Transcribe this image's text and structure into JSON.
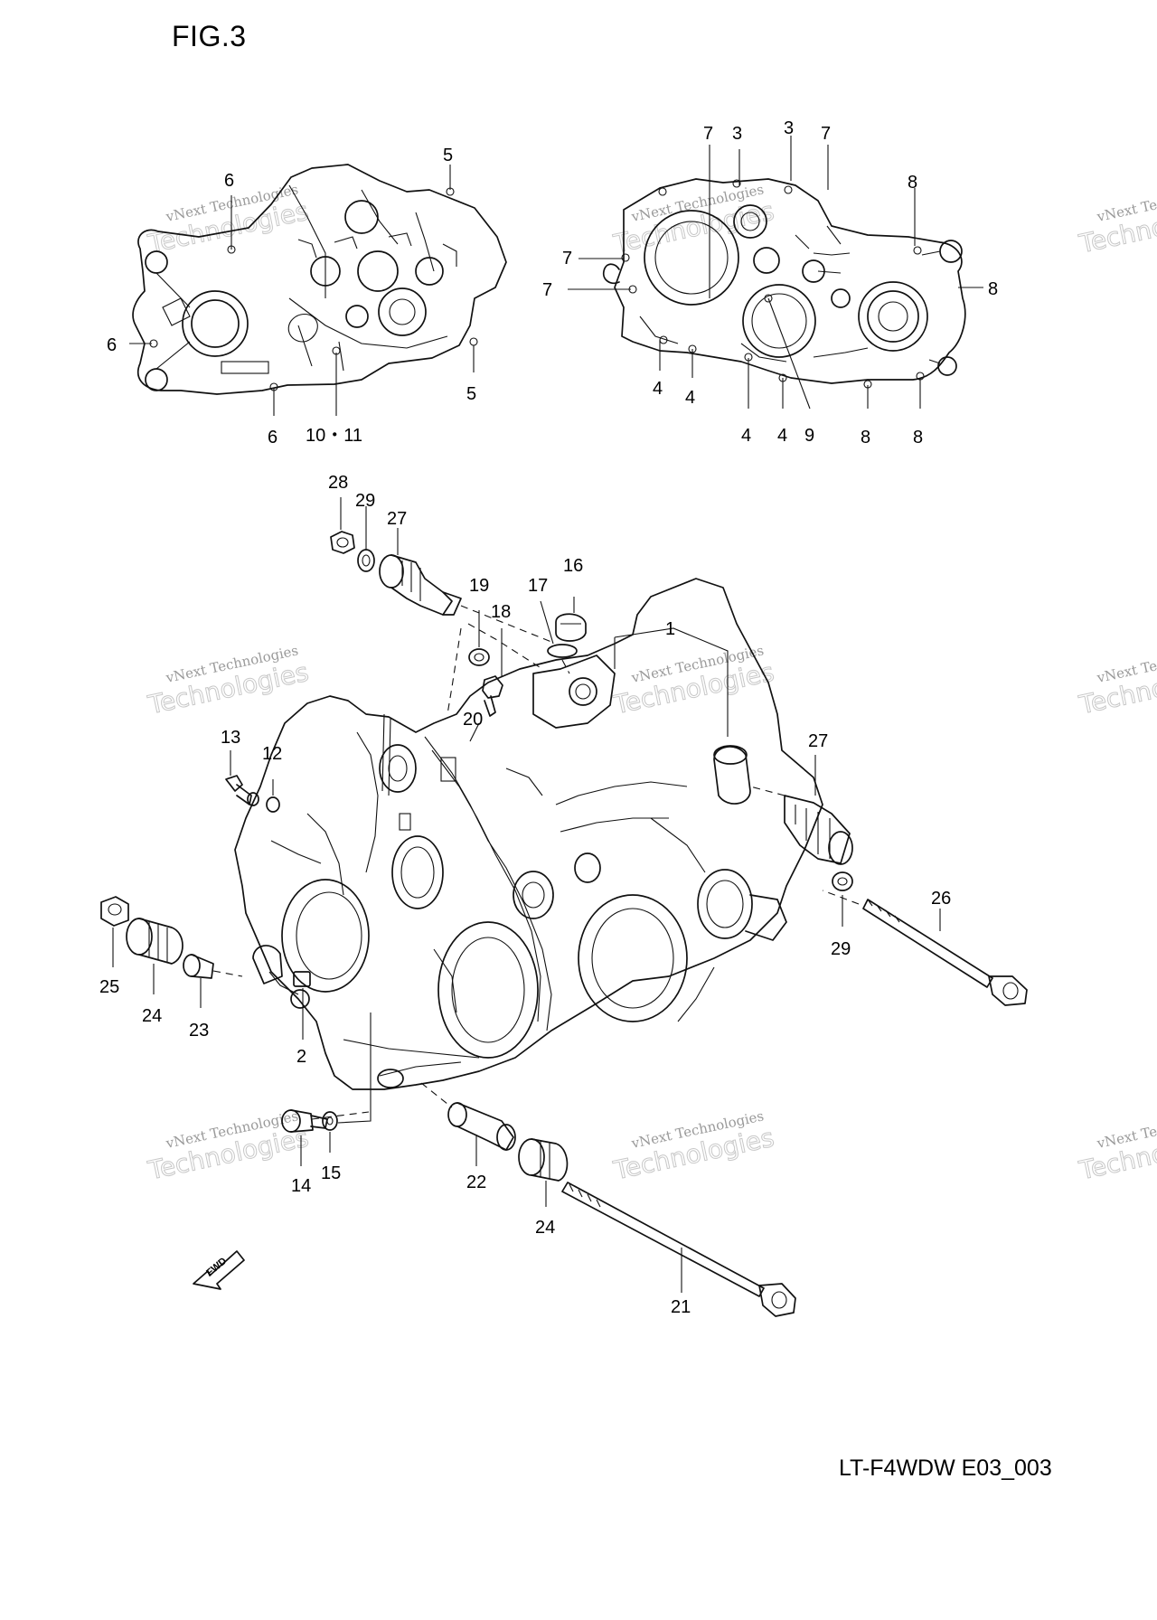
{
  "figure": {
    "title": "FIG.3",
    "code": "LT-F4WDW E03_003"
  },
  "watermark": {
    "line1": "vNext Technologies",
    "line2": "Technologies",
    "line3": "vNext"
  },
  "fwd_label": "FWD",
  "callouts": [
    {
      "id": "c6a",
      "label": "6"
    },
    {
      "id": "c6b",
      "label": "6"
    },
    {
      "id": "c6c",
      "label": "6"
    },
    {
      "id": "c5a",
      "label": "5"
    },
    {
      "id": "c5b",
      "label": "5"
    },
    {
      "id": "c1011",
      "label": "10・11"
    },
    {
      "id": "c7a",
      "label": "7"
    },
    {
      "id": "c3a",
      "label": "3"
    },
    {
      "id": "c3b",
      "label": "3"
    },
    {
      "id": "c7b",
      "label": "7"
    },
    {
      "id": "c7c",
      "label": "7"
    },
    {
      "id": "c7d",
      "label": "7"
    },
    {
      "id": "c8a",
      "label": "8"
    },
    {
      "id": "c8b",
      "label": "8"
    },
    {
      "id": "c4a",
      "label": "4"
    },
    {
      "id": "c4b",
      "label": "4"
    },
    {
      "id": "c4c",
      "label": "4"
    },
    {
      "id": "c4d",
      "label": "4"
    },
    {
      "id": "c9",
      "label": "9"
    },
    {
      "id": "c8c",
      "label": "8"
    },
    {
      "id": "c8d",
      "label": "8"
    },
    {
      "id": "c28",
      "label": "28"
    },
    {
      "id": "c29a",
      "label": "29"
    },
    {
      "id": "c27a",
      "label": "27"
    },
    {
      "id": "c16",
      "label": "16"
    },
    {
      "id": "c17",
      "label": "17"
    },
    {
      "id": "c19",
      "label": "19"
    },
    {
      "id": "c18",
      "label": "18"
    },
    {
      "id": "c1",
      "label": "1"
    },
    {
      "id": "c20",
      "label": "20"
    },
    {
      "id": "c13",
      "label": "13"
    },
    {
      "id": "c12",
      "label": "12"
    },
    {
      "id": "c27b",
      "label": "27"
    },
    {
      "id": "c26",
      "label": "26"
    },
    {
      "id": "c29b",
      "label": "29"
    },
    {
      "id": "c25",
      "label": "25"
    },
    {
      "id": "c24a",
      "label": "24"
    },
    {
      "id": "c23",
      "label": "23"
    },
    {
      "id": "c2",
      "label": "2"
    },
    {
      "id": "c14",
      "label": "14"
    },
    {
      "id": "c15",
      "label": "15"
    },
    {
      "id": "c22",
      "label": "22"
    },
    {
      "id": "c24b",
      "label": "24"
    },
    {
      "id": "c21",
      "label": "21"
    }
  ]
}
